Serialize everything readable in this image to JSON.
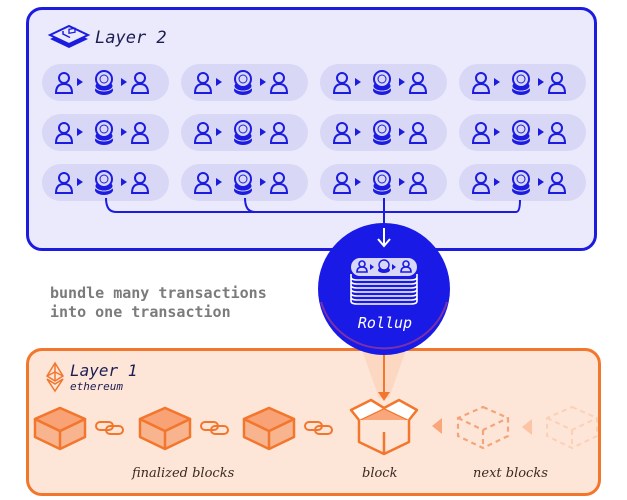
{
  "layer2": {
    "title": "Layer 2",
    "icon": "layers-icon",
    "color": "#1c1ce0",
    "background": "#ebeafd",
    "transaction_rows": 3,
    "transactions_per_row": 4,
    "transaction_icons": [
      "user-icon",
      "arrow-right-icon",
      "coin-stack-icon",
      "arrow-right-icon",
      "user-icon"
    ]
  },
  "rollup": {
    "label": "Rollup",
    "color": "#1a1ae6",
    "icon": "stacked-transactions-icon"
  },
  "caption": {
    "line1": "bundle many transactions",
    "line2": "into one transaction"
  },
  "layer1": {
    "title": "Layer 1",
    "subtitle": "ethereum",
    "icon": "ethereum-icon",
    "color": "#f3762d",
    "background": "#fde6d8",
    "labels": {
      "finalized": "finalized blocks",
      "block": "block",
      "next": "next blocks"
    }
  }
}
